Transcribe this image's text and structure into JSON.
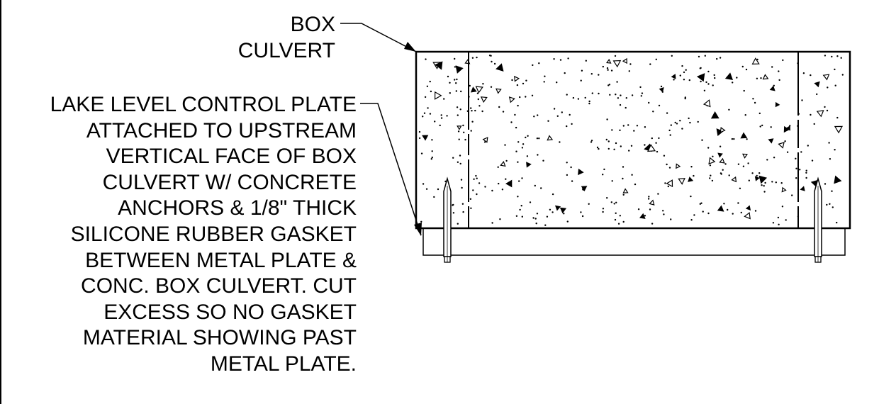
{
  "labels": {
    "box_culvert": [
      "BOX",
      "CULVERT"
    ],
    "control_plate": [
      "LAKE LEVEL CONTROL PLATE",
      "ATTACHED TO UPSTREAM",
      "VERTICAL FACE OF BOX",
      "CULVERT W/ CONCRETE",
      "ANCHORS & 1/8\" THICK",
      "SILICONE RUBBER GASKET",
      "BETWEEN METAL PLATE &",
      "CONC. BOX CULVERT. CUT",
      "EXCESS SO NO GASKET",
      "MATERIAL SHOWING PAST",
      "METAL PLATE."
    ]
  },
  "colors": {
    "ink": "#000000",
    "paper": "#ffffff"
  }
}
